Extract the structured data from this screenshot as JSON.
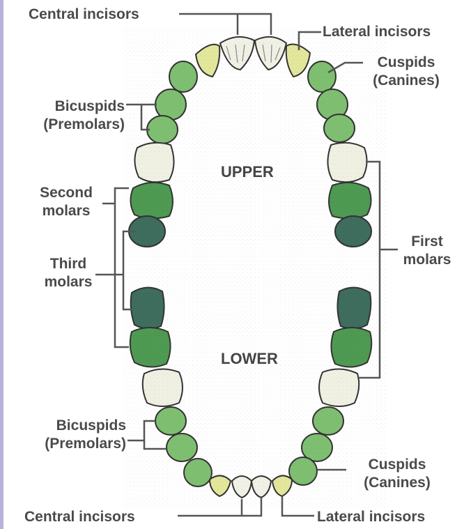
{
  "labels": {
    "central_incisors_upper": "Central incisors",
    "lateral_incisors_upper": "Lateral incisors",
    "cuspids_upper_line1": "Cuspids",
    "cuspids_upper_line2": "(Canines)",
    "bicuspids_upper_line1": "Bicuspids",
    "bicuspids_upper_line2": "(Premolars)",
    "second_molars_line1": "Second",
    "second_molars_line2": "molars",
    "third_molars_line1": "Third",
    "third_molars_line2": "molars",
    "first_molars_line1": "First",
    "first_molars_line2": "molars",
    "upper": "UPPER",
    "lower": "LOWER",
    "bicuspids_lower_line1": "Bicuspids",
    "bicuspids_lower_line2": "(Premolars)",
    "cuspids_lower_line1": "Cuspids",
    "cuspids_lower_line2": "(Canines)",
    "central_incisors_lower": "Central incisors",
    "lateral_incisors_lower": "Lateral incisors"
  },
  "colors": {
    "incisor": "#f1f1e6",
    "lateral": "#e3e79c",
    "green": "#7fbf71",
    "dark_green": "#4f9a53",
    "dark_slate": "#3f6d5e",
    "first_molar": "#f0f0e3",
    "leader_line": "#555555",
    "text": "#4a4a4a"
  }
}
